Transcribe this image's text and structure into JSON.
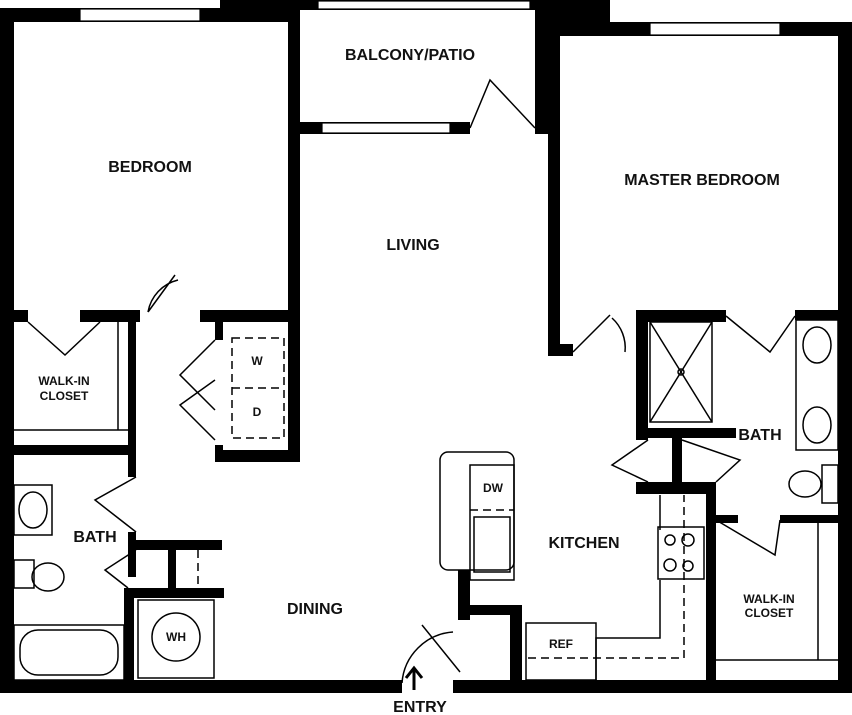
{
  "rooms": {
    "balcony": "BALCONY/PATIO",
    "bedroom": "BEDROOM",
    "living": "LIVING",
    "master_bedroom": "MASTER BEDROOM",
    "walkin_closet_left_1": "WALK-IN",
    "walkin_closet_left_2": "CLOSET",
    "walkin_closet_right_1": "WALK-IN",
    "walkin_closet_right_2": "CLOSET",
    "bath_left": "BATH",
    "bath_right": "BATH",
    "kitchen": "KITCHEN",
    "dining": "DINING",
    "entry": "ENTRY"
  },
  "fixtures": {
    "washer": "W",
    "dryer": "D",
    "dishwasher": "DW",
    "water_heater": "WH",
    "refrigerator": "REF"
  }
}
